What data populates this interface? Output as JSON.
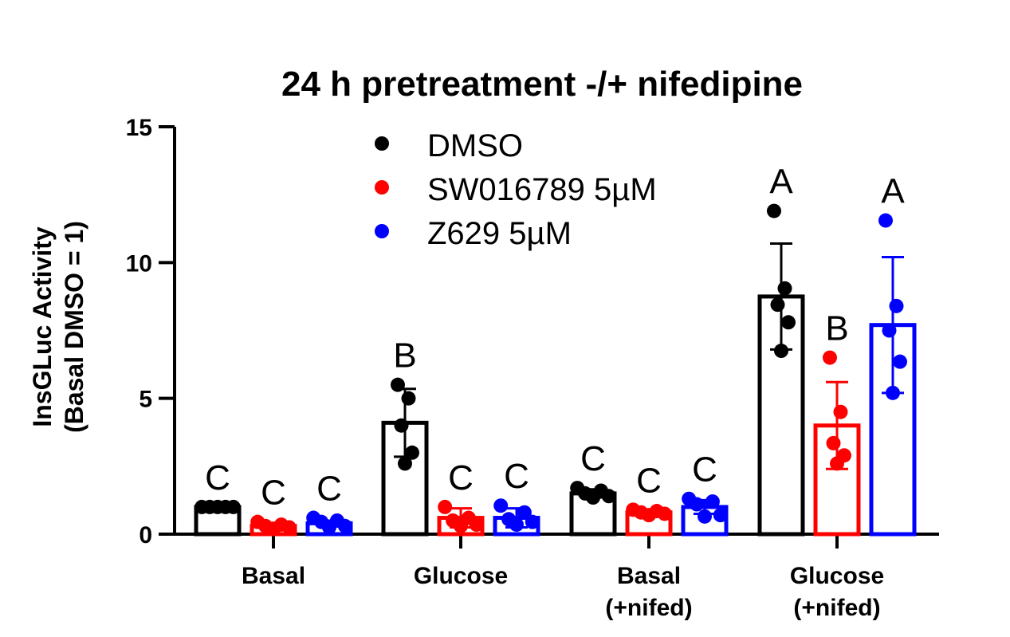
{
  "chart_data": {
    "type": "bar",
    "title": "24 h pretreatment -/+ nifedipine",
    "ylabel_lines": [
      "InsGLuc Activity",
      "(Basal DMSO = 1)"
    ],
    "xlabel": "",
    "ylim": [
      0,
      15
    ],
    "yticks": [
      0,
      5,
      10,
      15
    ],
    "categories": [
      {
        "lines": [
          "Basal"
        ]
      },
      {
        "lines": [
          "Glucose"
        ]
      },
      {
        "lines": [
          "Basal",
          "(+nifed)"
        ]
      },
      {
        "lines": [
          "Glucose",
          "(+nifed)"
        ]
      }
    ],
    "legend_position": "top-left",
    "grid": false,
    "series": [
      {
        "name": "DMSO",
        "color": "#000000",
        "values": [
          1.0,
          4.1,
          1.5,
          8.75
        ],
        "sd": [
          0.0,
          1.25,
          0.15,
          1.95
        ],
        "points": [
          [
            1.0,
            1.0,
            1.0,
            1.0,
            1.0
          ],
          [
            5.5,
            5.0,
            4.0,
            3.0,
            2.6
          ],
          [
            1.7,
            1.6,
            1.5,
            1.4,
            1.35
          ],
          [
            11.9,
            9.05,
            8.45,
            7.8,
            6.75
          ]
        ],
        "letters": [
          "C",
          "B",
          "C",
          "A"
        ]
      },
      {
        "name": "SW016789 5µM",
        "color": "#ff0000",
        "values": [
          0.3,
          0.6,
          0.8,
          4.0
        ],
        "sd": [
          0.1,
          0.35,
          0.1,
          1.6
        ],
        "points": [
          [
            0.45,
            0.35,
            0.3,
            0.25,
            0.2
          ],
          [
            1.0,
            0.6,
            0.5,
            0.35,
            0.3
          ],
          [
            0.9,
            0.85,
            0.8,
            0.75,
            0.7
          ],
          [
            6.5,
            4.5,
            3.35,
            2.9,
            2.6
          ]
        ],
        "letters": [
          "C",
          "C",
          "C",
          "B"
        ]
      },
      {
        "name": "Z629 5µM",
        "color": "#0000ff",
        "values": [
          0.4,
          0.6,
          1.0,
          7.7
        ],
        "sd": [
          0.1,
          0.35,
          0.25,
          2.5
        ],
        "points": [
          [
            0.6,
            0.5,
            0.45,
            0.3,
            0.25
          ],
          [
            1.05,
            0.8,
            0.55,
            0.45,
            0.35
          ],
          [
            1.3,
            1.2,
            1.1,
            0.7,
            0.65
          ],
          [
            11.55,
            8.4,
            7.5,
            6.35,
            5.2
          ]
        ],
        "letters": [
          "C",
          "C",
          "C",
          "A"
        ]
      }
    ]
  }
}
